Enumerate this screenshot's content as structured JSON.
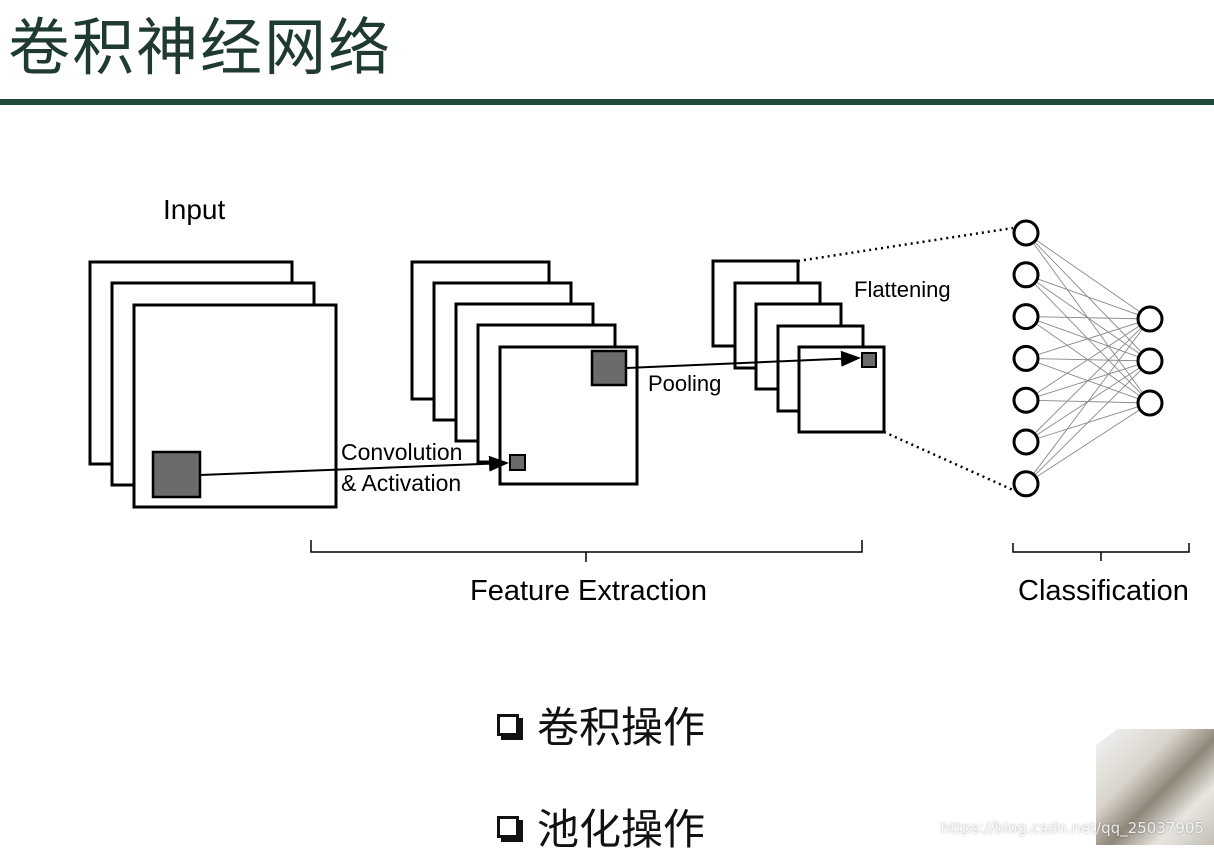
{
  "slide": {
    "title": "卷积神经网络"
  },
  "diagram": {
    "input_label": "Input",
    "conv_label_line1": "Convolution",
    "conv_label_line2": "& Activation",
    "pooling_label": "Pooling",
    "flattening_label": "Flattening",
    "feature_extraction_label": "Feature Extraction",
    "classification_label": "Classification"
  },
  "bullets": [
    {
      "text": "卷积操作"
    },
    {
      "text": "池化操作"
    }
  ],
  "watermark": {
    "text": "https://blog.csdn.net/qq_25037905"
  },
  "colors": {
    "title_rule": "#1e4a3a",
    "title_text": "#1f3a2e",
    "filter_fill": "#6b6b6b"
  }
}
